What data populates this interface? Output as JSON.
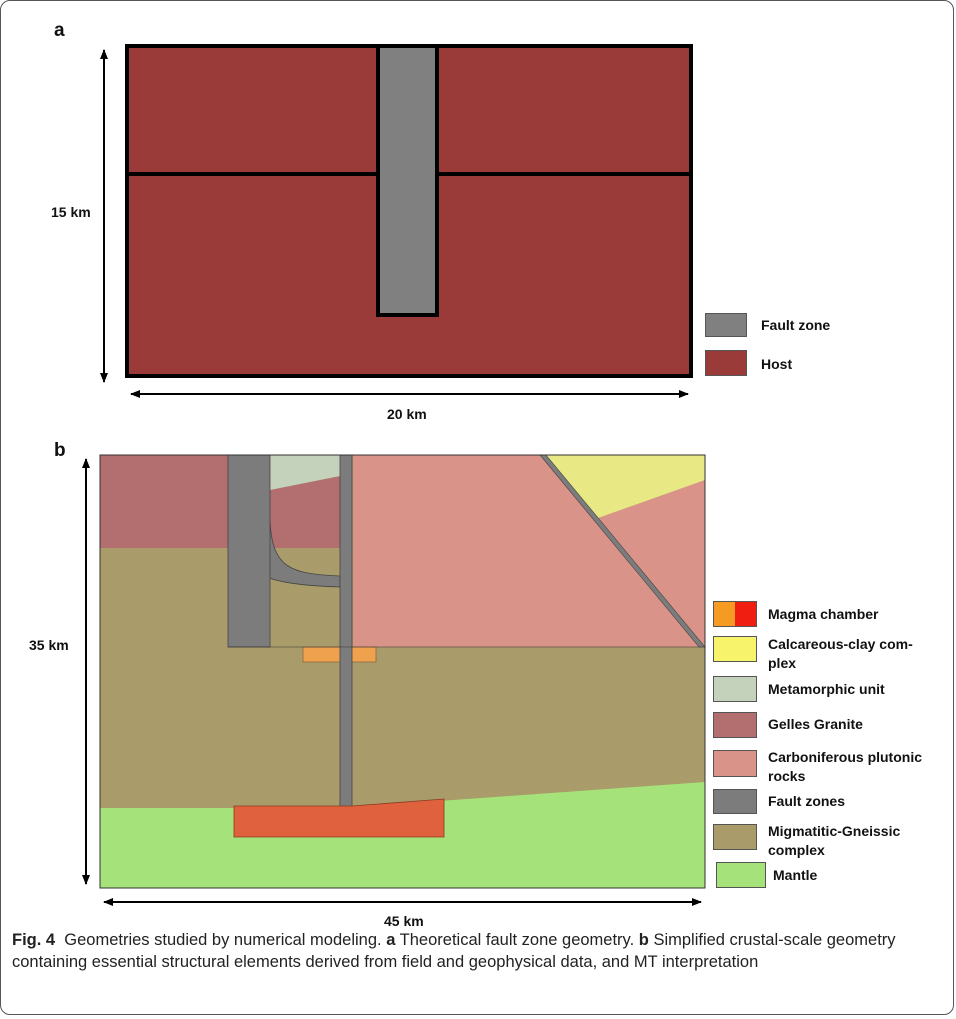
{
  "panel_a": {
    "label": "a",
    "height_label": "15 km",
    "width_label": "20 km",
    "legend": [
      {
        "label": "Fault zone",
        "color": "#808080"
      },
      {
        "label": "Host",
        "color": "#9a3b3a"
      }
    ]
  },
  "panel_b": {
    "label": "b",
    "height_label": "35 km",
    "width_label": "45 km",
    "legend": [
      {
        "label": "Magma chamber",
        "colors": [
          "#f59a22",
          "#f01e10"
        ]
      },
      {
        "label": "Calcareous-clay com-",
        "label2": "plex",
        "color": "#f7f36a"
      },
      {
        "label": "Metamorphic unit",
        "color": "#c5d2bb"
      },
      {
        "label": "Gelles Granite",
        "color": "#b36e6f"
      },
      {
        "label": "Carboniferous plutonic",
        "label2": "rocks",
        "color": "#d99388"
      },
      {
        "label": "Fault zones",
        "color": "#7c7c7c"
      },
      {
        "label": "Migmatitic-Gneissic",
        "label2": "complex",
        "color": "#a99c6a"
      },
      {
        "label": "Mantle",
        "color": "#a6e27a"
      }
    ]
  },
  "caption": {
    "fig": "Fig. 4",
    "intro": "Geometries studied by numerical modeling.",
    "a_label": "a",
    "a_text": "Theoretical fault zone geometry.",
    "b_label": "b",
    "b_text": "Simplified crustal-scale geometry containing essential structural elements derived from field and geophysical data, and MT interpretation"
  }
}
